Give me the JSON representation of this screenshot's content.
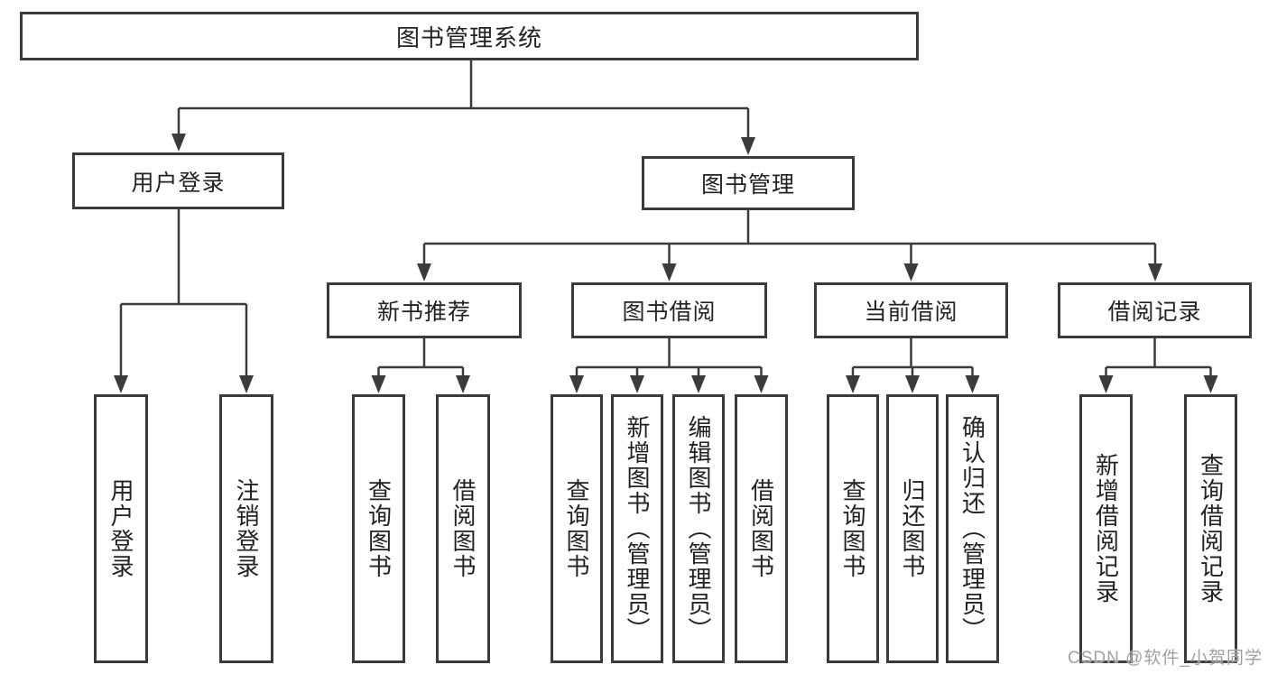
{
  "diagram": {
    "title": "图书管理系统",
    "level2": [
      {
        "label": "用户登录"
      },
      {
        "label": "图书管理"
      }
    ],
    "level3": [
      {
        "label": "新书推荐"
      },
      {
        "label": "图书借阅"
      },
      {
        "label": "当前借阅"
      },
      {
        "label": "借阅记录"
      }
    ],
    "leaves": {
      "user_login": [
        "用户登录",
        "注销登录"
      ],
      "new_book_recommend": [
        "查询图书",
        "借阅图书"
      ],
      "book_borrowing": [
        "查询图书",
        "新增图书（管理员）",
        "编辑图书（管理员）",
        "借阅图书"
      ],
      "current_borrowing": [
        "查询图书",
        "归还图书",
        "确认归还（管理员）"
      ],
      "borrowing_records": [
        "新增借阅记录",
        "查询借阅记录"
      ]
    },
    "watermark": "CSDN @软件_小贺同学",
    "colors": {
      "line": "#3b3b3b",
      "box_border": "#3b3b3b",
      "background": "#ffffff",
      "watermark": "#a0a0a0"
    }
  }
}
